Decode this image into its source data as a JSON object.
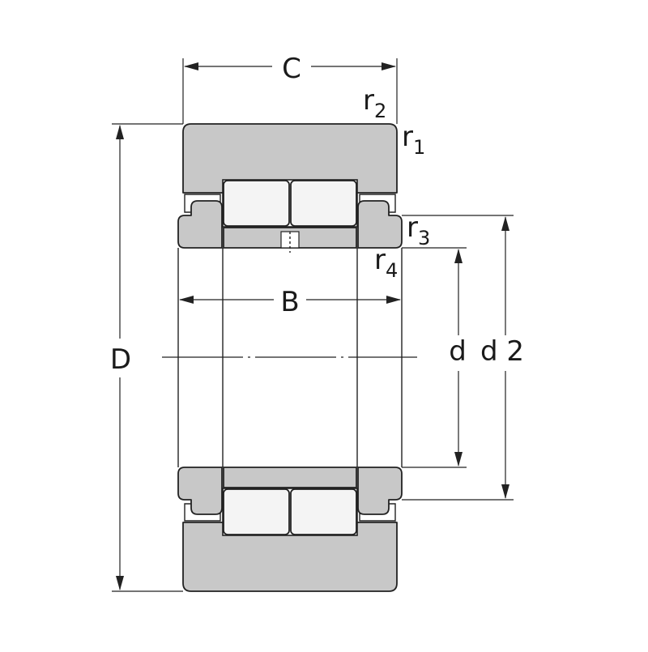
{
  "labels": {
    "C": "C",
    "B": "B",
    "D": "D",
    "d": "d",
    "d2": "d 2",
    "r1": {
      "base": "r",
      "sub": "1"
    },
    "r2": {
      "base": "r",
      "sub": "2"
    },
    "r3": {
      "base": "r",
      "sub": "3"
    },
    "r4": {
      "base": "r",
      "sub": "4"
    }
  },
  "colors": {
    "steel": "#c8c8c8",
    "roller": "#f4f4f4",
    "outline": "#222222"
  }
}
